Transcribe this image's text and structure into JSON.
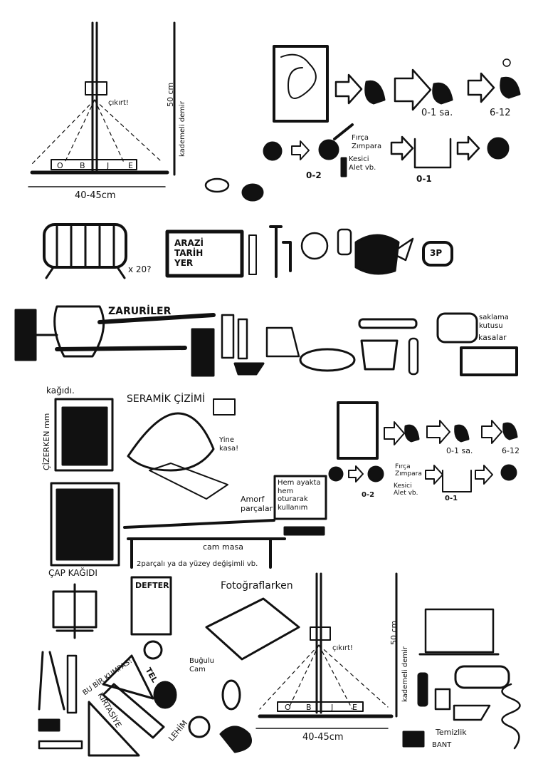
{
  "photo_stand_top": {
    "height": "50 cm",
    "rod": "kademeli demir",
    "clamp": "çıkırt!",
    "object_letters": [
      "O",
      "B",
      "J",
      "E"
    ],
    "width": "40-45cm"
  },
  "process_top": {
    "step_dry": "0-1 sa.",
    "step_sun": "6-12",
    "tools": "Fırça Zımpara",
    "cutter": "Kesici Alet vb.",
    "clean_time": "0-2",
    "bath_time": "0-1"
  },
  "field_kit": {
    "label_card": "ARAZİ TARİH YER",
    "barrier_count": "x 20?",
    "tape": "3P"
  },
  "essentials": {
    "title": "ZARURİLER",
    "storage": "saklama kutusu",
    "crates": "kasalar"
  },
  "ceramic": {
    "paper_top": "kağıdı.",
    "paper_side": "ÇİZERKEN mm",
    "title": "SERAMİK ÇİZİMİ",
    "crate_again": "Yine kasa!",
    "amorphous": "Amorf parçalar",
    "standing_note": "Hem ayakta hem oturarak kullanım",
    "glass_table": "cam masa",
    "table_note": "2parçalı ya da yüzey değişimli vb.",
    "diameter_paper": "ÇAP KAĞIDI"
  },
  "process_mid": {
    "step_dry": "0-1 sa.",
    "step_sun": "6-12",
    "tools": "Fırça Zımpara",
    "cutter": "Kesici Alet vb.",
    "clean_time": "0-2",
    "bath_time": "0-1"
  },
  "bottom": {
    "notebook": "DEFTER",
    "photographing": "Fotoğraflarken",
    "frosted_glass": "Buğulu Cam",
    "caliper_note": "BU BİR KUMPAS!",
    "wire": "TEL",
    "stationery": "KIRTASİYE",
    "solder": "LEHİM",
    "cleaning": "Temizlik",
    "tape": "BANT"
  },
  "photo_stand_bottom": {
    "height": "50 cm",
    "rod": "kademeli demir",
    "clamp": "çıkırt!",
    "object_letters": [
      "O",
      "B",
      "J",
      "E"
    ],
    "width": "40-45cm"
  }
}
